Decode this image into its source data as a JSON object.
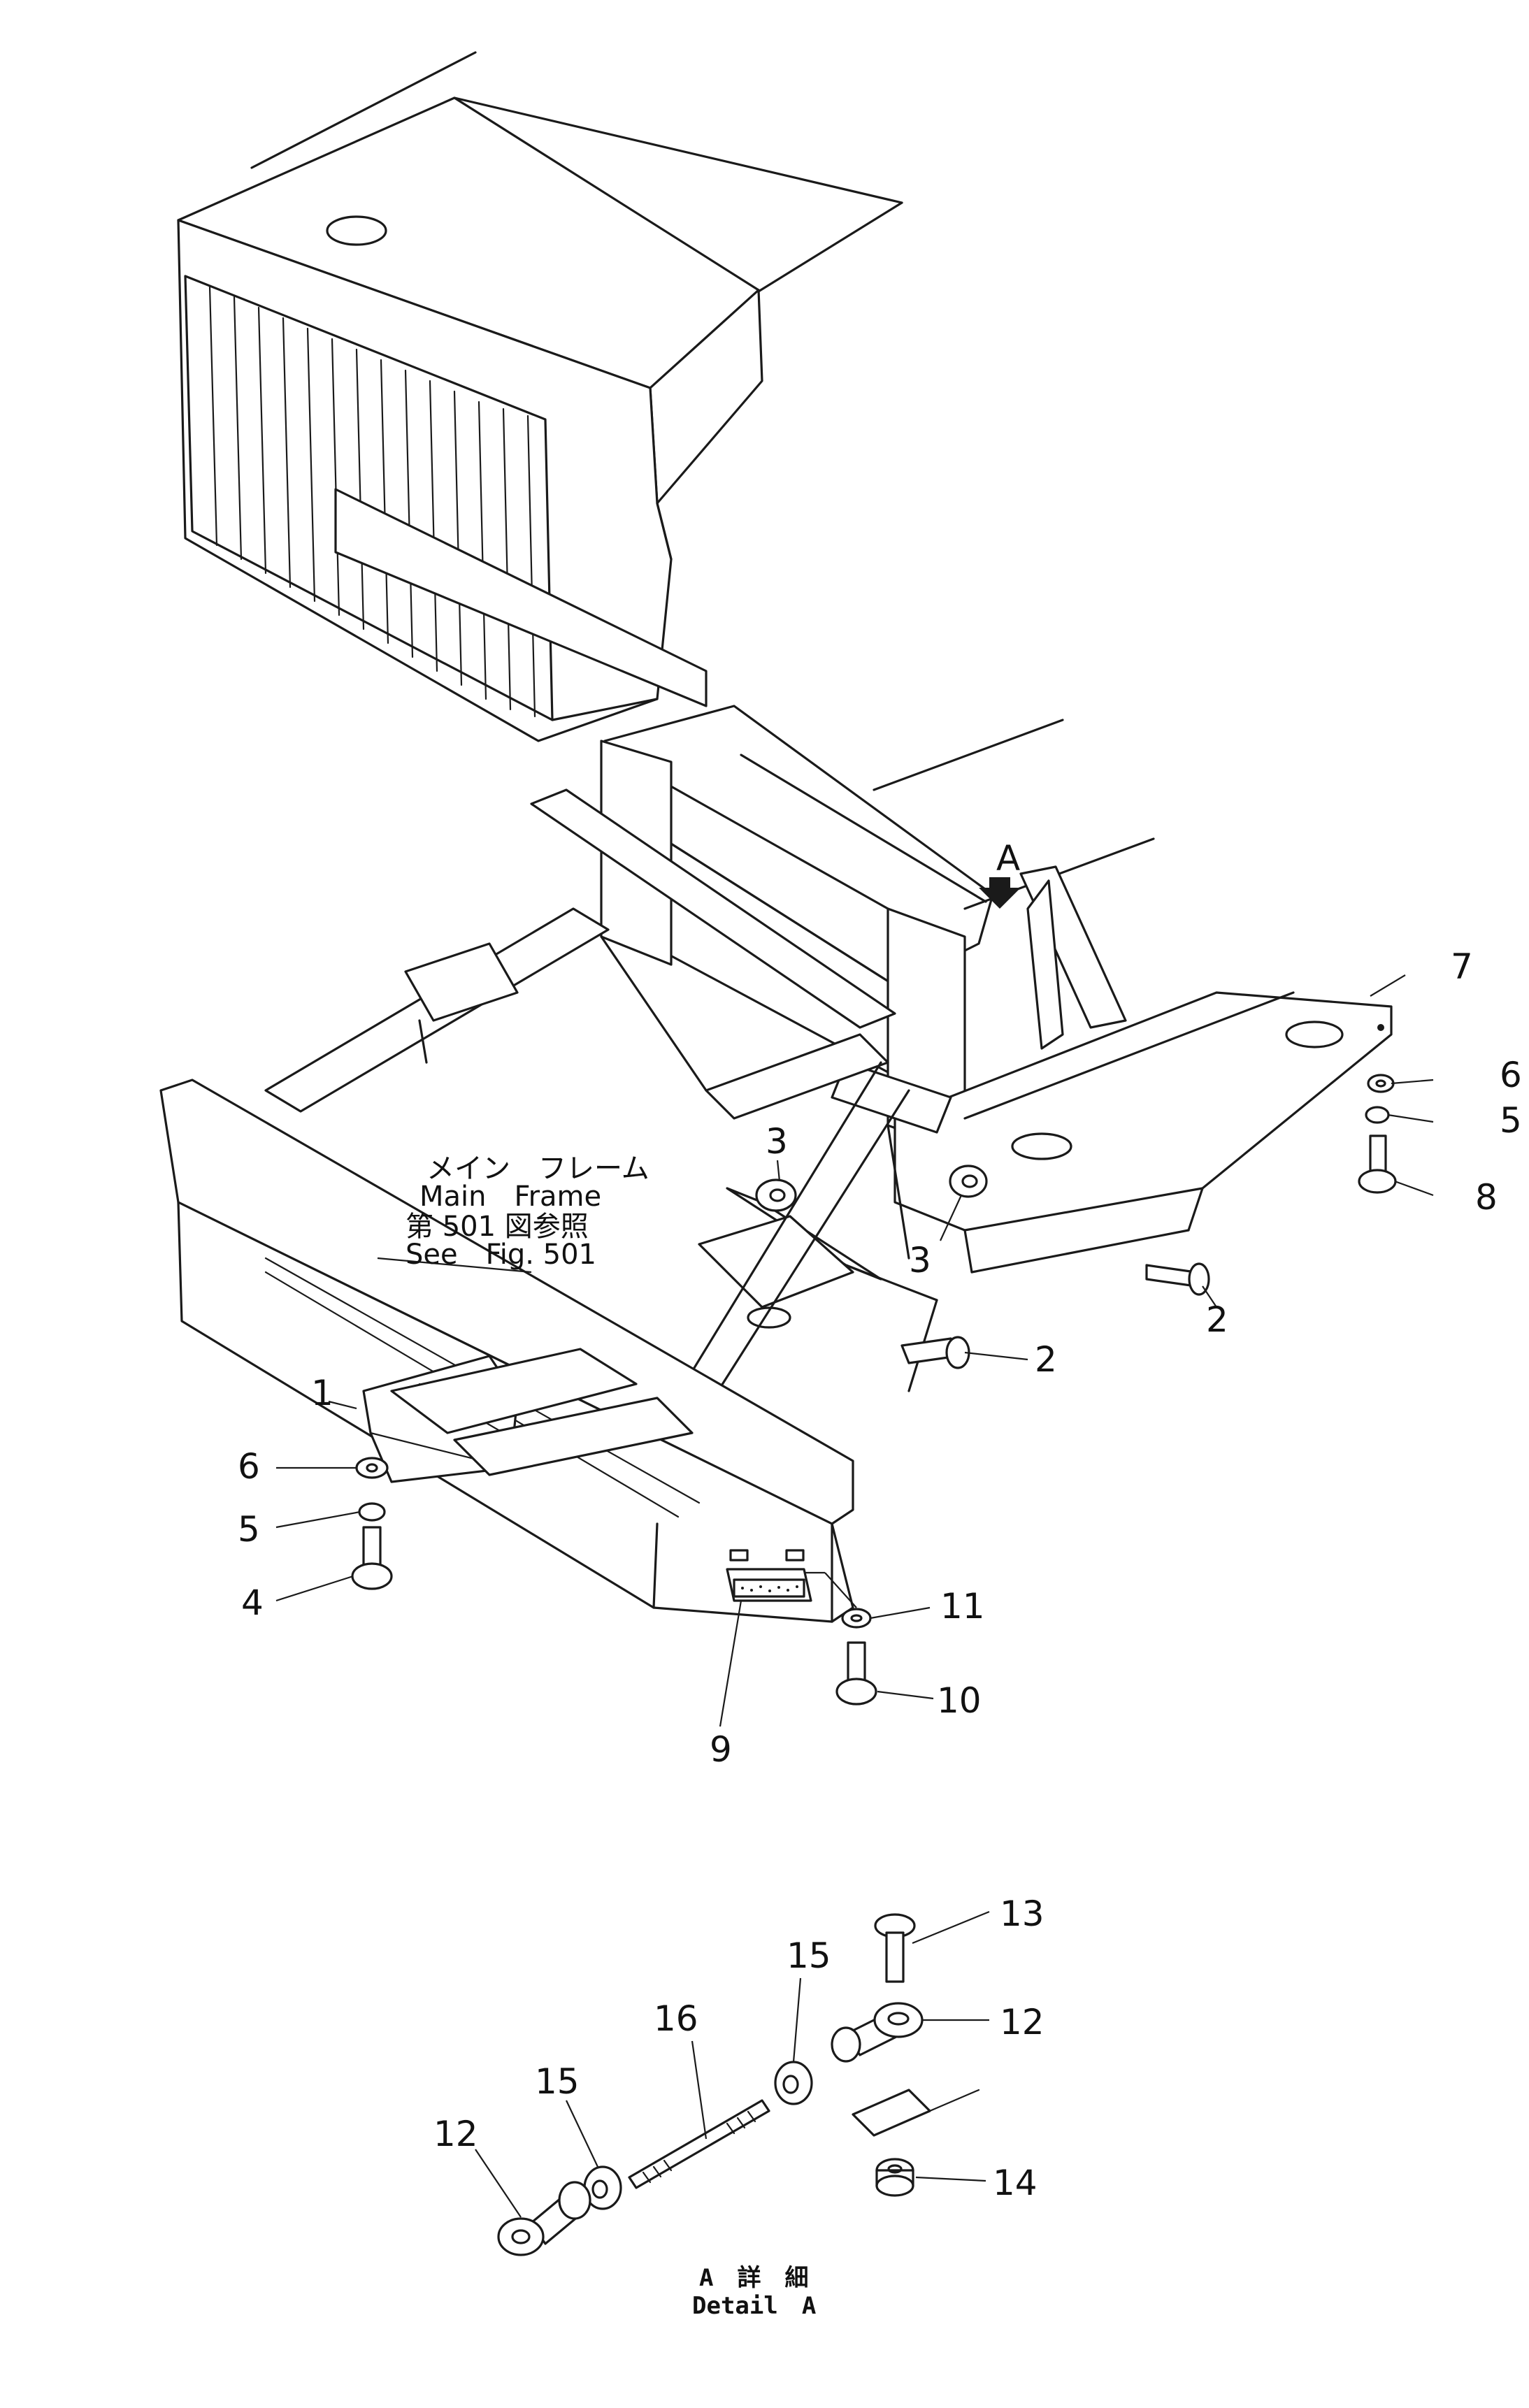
{
  "view_marker": "A",
  "frame_note": {
    "line1": "メイン　フレーム",
    "line2": "Main　Frame",
    "line3": "第 501 図参照",
    "line4": "See　Fig. 501"
  },
  "callouts": {
    "c1": "1",
    "c2a": "2",
    "c2b": "2",
    "c3a": "3",
    "c3b": "3",
    "c4": "4",
    "c5a": "5",
    "c5b": "5",
    "c6a": "6",
    "c6b": "6",
    "c7": "7",
    "c8": "8",
    "c9": "9",
    "c10": "10",
    "c11": "11",
    "c12a": "12",
    "c12b": "12",
    "c13": "13",
    "c14": "14",
    "c15a": "15",
    "c15b": "15",
    "c16": "16"
  },
  "detail_caption": {
    "line1": "A　詳　細",
    "line2": "Detail　A"
  }
}
